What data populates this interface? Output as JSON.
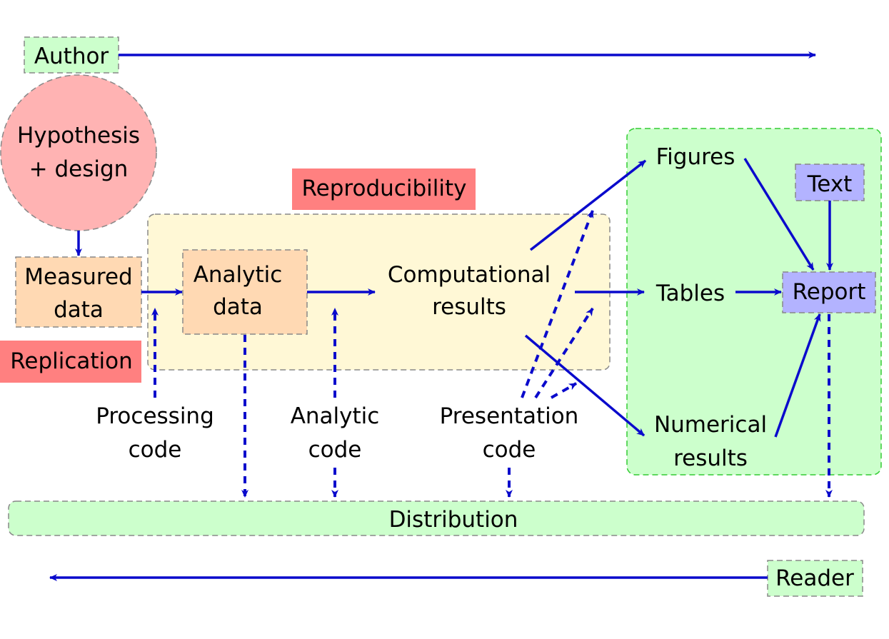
{
  "labels": {
    "author": "Author",
    "reader": "Reader",
    "hypothesis_line1": "Hypothesis",
    "hypothesis_line2": "+ design",
    "measured_line1": "Measured",
    "measured_line2": "data",
    "replication": "Replication",
    "reproducibility": "Reproducibility",
    "analytic_line1": "Analytic",
    "analytic_line2": "data",
    "computational_line1": "Computational",
    "computational_line2": "results",
    "figures": "Figures",
    "tables": "Tables",
    "numerical_line1": "Numerical",
    "numerical_line2": "results",
    "text": "Text",
    "report": "Report",
    "processing_line1": "Processing",
    "processing_line2": "code",
    "analytic_code_line1": "Analytic",
    "analytic_code_line2": "code",
    "presentation_line1": "Presentation",
    "presentation_line2": "code",
    "distribution": "Distribution"
  },
  "colors": {
    "arrow": "#0a0acc",
    "author_reader_fill": "#ccffcc",
    "hypothesis_fill": "#ffb3b3",
    "data_fill": "#ffd9b3",
    "replication_fill": "#ff8080",
    "reproducibility_region": "#fff8d6",
    "output_region": "#ccffcc",
    "text_report_fill": "#b3b3ff"
  }
}
